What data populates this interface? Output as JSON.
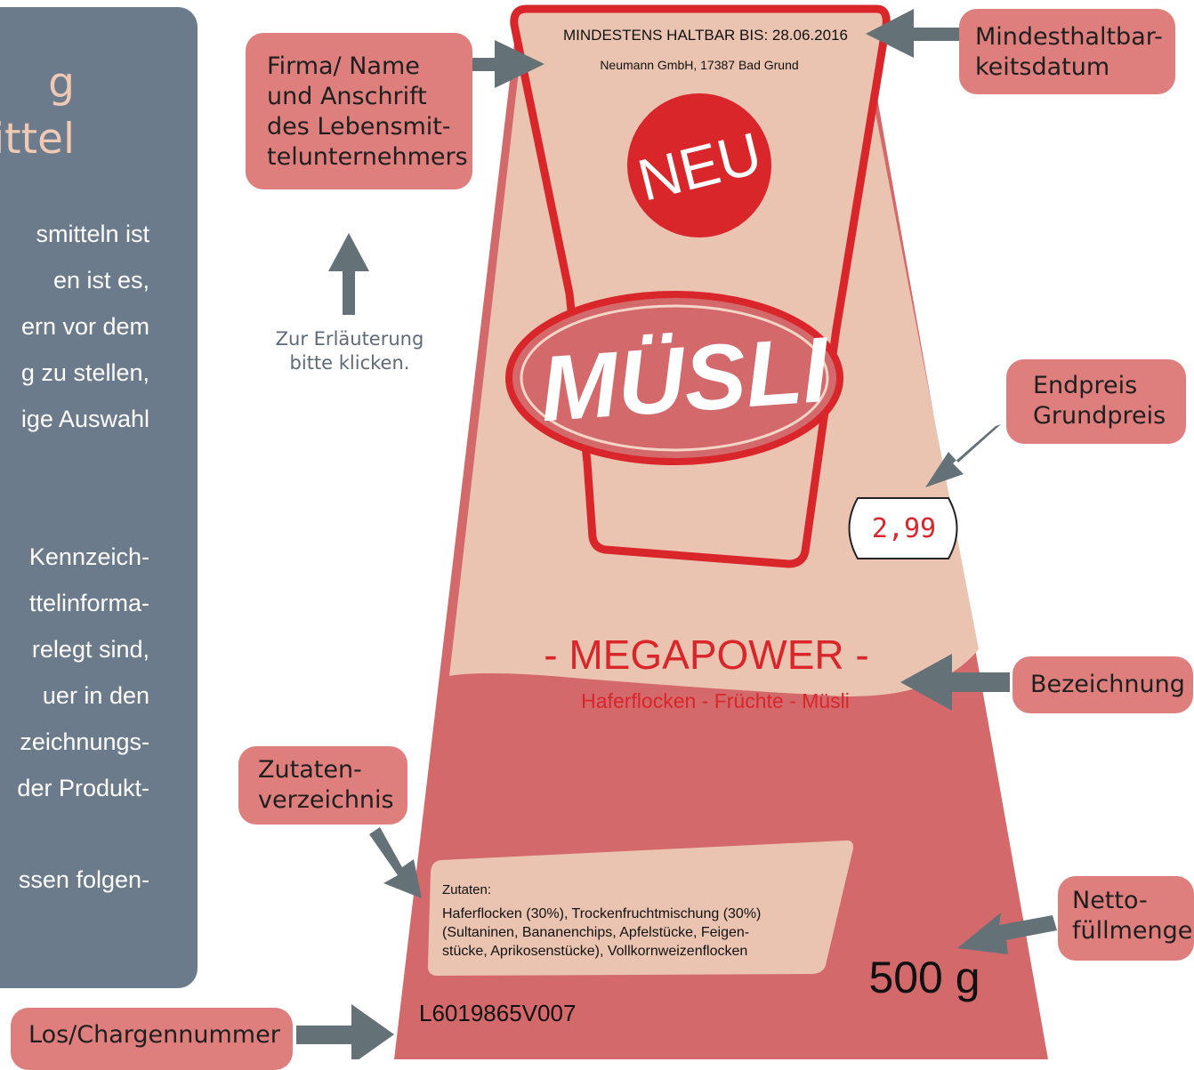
{
  "info_panel": {
    "title_lines": [
      "g",
      "ittel"
    ],
    "paragraph1": [
      "smitteln  ist",
      "en  ist  es,",
      "ern vor dem",
      "g zu stellen,",
      "ige Auswahl"
    ],
    "paragraph2": [
      "Kennzeich-",
      "ttelinforma-",
      "relegt  sind,",
      "uer  in  den",
      "zeichnungs-",
      "der Produkt-"
    ],
    "paragraph3": [
      "ssen folgen-"
    ]
  },
  "callouts": {
    "company_lines": [
      "Firma/ Name",
      "und Anschrift",
      "des Lebensmit-",
      "telunternehmers"
    ],
    "best_before_lines": [
      "Mindesthaltbar-",
      "keitsdatum"
    ],
    "price_lines": [
      "Endpreis",
      "Grundpreis"
    ],
    "designation": "Bezeichnung",
    "ingredients_lines": [
      "Zutaten-",
      "verzeichnis"
    ],
    "net_quantity_lines": [
      "Netto-",
      "füllmenge"
    ],
    "batch": "Los/Chargennummer"
  },
  "hint_lines": [
    "Zur Erläuterung",
    "bitte klicken."
  ],
  "package": {
    "best_before": "MINDESTENS HALTBAR BIS: 28.06.2016",
    "company": "Neumann GmbH, 17387 Bad Grund",
    "badge": "NEU",
    "brand": "MÜSLI",
    "price": "2,99",
    "product_name": "- MEGAPOWER -",
    "product_subtitle": "Haferflocken - Früchte - Müsli",
    "ingredients_heading": "Zutaten:",
    "ingredients_lines": [
      "Haferflocken (30%), Trockenfruchtmischung (30%)",
      "(Sultaninen, Bananenchips, Apfelstücke, Feigen-",
      "stücke, Aprikosenstücke), Vollkornweizenflocken"
    ],
    "net_weight": "500 g",
    "batch_number": "L6019865V007"
  },
  "colors": {
    "panel": "#6c7b8b",
    "callout": "#de7f7d",
    "package_dark": "#d4696b",
    "package_light": "#ebc4b1",
    "red": "#d9262b",
    "arrow": "#647278"
  },
  "icons": [
    "arrow-right-icon",
    "arrow-left-icon",
    "arrow-up-icon",
    "arrow-diagonal-icon"
  ]
}
